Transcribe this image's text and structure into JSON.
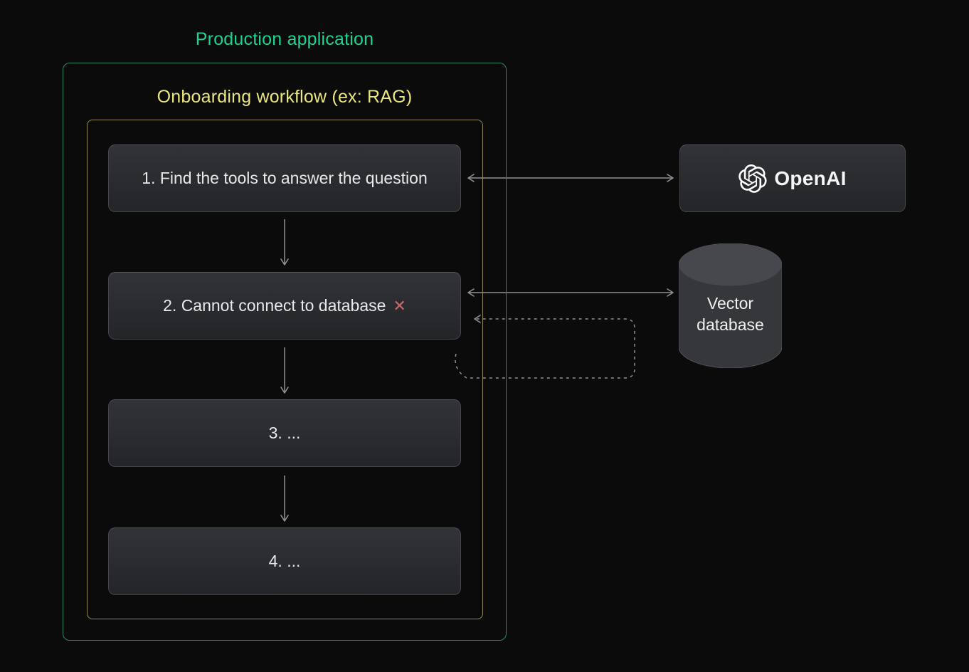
{
  "diagram": {
    "production_application": {
      "title": "Production application"
    },
    "onboarding_workflow": {
      "title": "Onboarding workflow (ex: RAG)"
    },
    "steps": [
      {
        "label": "1. Find the tools to answer the question"
      },
      {
        "label": "2. Cannot connect to database",
        "error_mark": "✕"
      },
      {
        "label": "3. ..."
      },
      {
        "label": "4. ..."
      }
    ],
    "openai_node": {
      "label": "OpenAI",
      "icon": "openai-logo-icon"
    },
    "vector_db_node": {
      "label_line1": "Vector",
      "label_line2": "database",
      "icon": "database-cylinder-icon"
    },
    "connections": [
      "step-1 to step-2 (down arrow)",
      "step-2 to step-3 (down arrow)",
      "step-3 to step-4 (down arrow)",
      "step-1 to OpenAI (double-headed arrow)",
      "step-2 to Vector database (double-headed arrow)",
      "dashed retry loop back into step-2"
    ]
  },
  "colors": {
    "background": "#0b0b0c",
    "production_border": "#2b8767",
    "production_title": "#1ed392",
    "workflow_border": "#8f8852",
    "workflow_title": "#eae57d",
    "node_bg_top": "#313338",
    "node_bg_bottom": "#232528",
    "node_border": "#45474c",
    "node_text": "#e9e9eb",
    "error_mark": "#cd686b",
    "arrow": "#8f9297",
    "openai_text": "#f5f5f5",
    "cylinder_body": "#35373b",
    "cylinder_top": "#46484d"
  }
}
